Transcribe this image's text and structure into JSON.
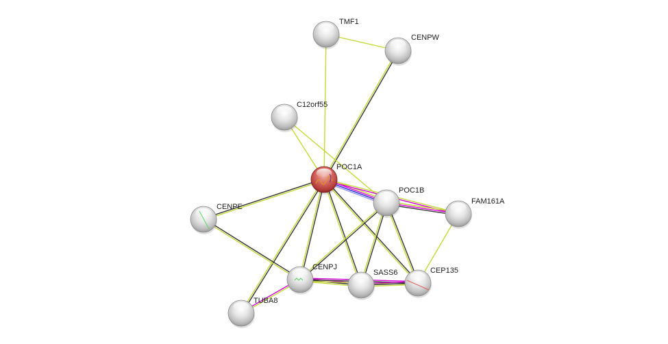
{
  "network": {
    "edge_colors": {
      "textmining": "#c5d936",
      "coexpression": "#333333",
      "experiments": "#d400d4",
      "databases": "#2222dd",
      "homology": "#9090ff"
    },
    "query_node_color": "#cc4444",
    "nodes": [
      {
        "id": "TMF1",
        "label": "TMF1",
        "query": false
      },
      {
        "id": "CENPW",
        "label": "CENPW",
        "query": false
      },
      {
        "id": "C12orf55",
        "label": "C12orf55",
        "query": false
      },
      {
        "id": "POC1A",
        "label": "POC1A",
        "query": true
      },
      {
        "id": "POC1B",
        "label": "POC1B",
        "query": false
      },
      {
        "id": "FAM161A",
        "label": "FAM161A",
        "query": false
      },
      {
        "id": "CENPE",
        "label": "CENPE",
        "query": false
      },
      {
        "id": "CENPJ",
        "label": "CENPJ",
        "query": false
      },
      {
        "id": "SASS6",
        "label": "SASS6",
        "query": false
      },
      {
        "id": "CEP135",
        "label": "CEP135",
        "query": false
      },
      {
        "id": "TUBA8",
        "label": "TUBA8",
        "query": false
      }
    ],
    "edges": [
      {
        "source": "TMF1",
        "target": "CENPW",
        "evidence": [
          "textmining"
        ]
      },
      {
        "source": "TMF1",
        "target": "POC1A",
        "evidence": [
          "textmining"
        ]
      },
      {
        "source": "CENPW",
        "target": "POC1A",
        "evidence": [
          "coexpression",
          "textmining"
        ]
      },
      {
        "source": "C12orf55",
        "target": "POC1A",
        "evidence": [
          "textmining"
        ]
      },
      {
        "source": "C12orf55",
        "target": "POC1B",
        "evidence": [
          "textmining"
        ]
      },
      {
        "source": "POC1A",
        "target": "POC1B",
        "evidence": [
          "textmining",
          "experiments",
          "databases",
          "homology"
        ]
      },
      {
        "source": "POC1A",
        "target": "FAM161A",
        "evidence": [
          "textmining",
          "experiments"
        ]
      },
      {
        "source": "POC1A",
        "target": "CENPE",
        "evidence": [
          "textmining",
          "coexpression"
        ]
      },
      {
        "source": "POC1A",
        "target": "CENPJ",
        "evidence": [
          "coexpression",
          "textmining"
        ]
      },
      {
        "source": "POC1A",
        "target": "SASS6",
        "evidence": [
          "coexpression",
          "textmining"
        ]
      },
      {
        "source": "POC1A",
        "target": "CEP135",
        "evidence": [
          "coexpression",
          "textmining"
        ]
      },
      {
        "source": "POC1A",
        "target": "TUBA8",
        "evidence": [
          "coexpression",
          "textmining"
        ]
      },
      {
        "source": "POC1B",
        "target": "FAM161A",
        "evidence": [
          "textmining",
          "experiments",
          "coexpression"
        ]
      },
      {
        "source": "POC1B",
        "target": "CENPJ",
        "evidence": [
          "coexpression",
          "textmining"
        ]
      },
      {
        "source": "POC1B",
        "target": "SASS6",
        "evidence": [
          "coexpression",
          "textmining"
        ]
      },
      {
        "source": "POC1B",
        "target": "CEP135",
        "evidence": [
          "coexpression",
          "textmining"
        ]
      },
      {
        "source": "FAM161A",
        "target": "CEP135",
        "evidence": [
          "textmining"
        ]
      },
      {
        "source": "CENPE",
        "target": "CENPJ",
        "evidence": [
          "coexpression",
          "textmining"
        ]
      },
      {
        "source": "CENPJ",
        "target": "SASS6",
        "evidence": [
          "experiments",
          "coexpression",
          "textmining"
        ]
      },
      {
        "source": "CENPJ",
        "target": "CEP135",
        "evidence": [
          "experiments",
          "coexpression",
          "textmining"
        ]
      },
      {
        "source": "CENPJ",
        "target": "TUBA8",
        "evidence": [
          "textmining",
          "experiments"
        ]
      },
      {
        "source": "SASS6",
        "target": "CEP135",
        "evidence": [
          "experiments",
          "coexpression",
          "textmining"
        ]
      }
    ]
  }
}
